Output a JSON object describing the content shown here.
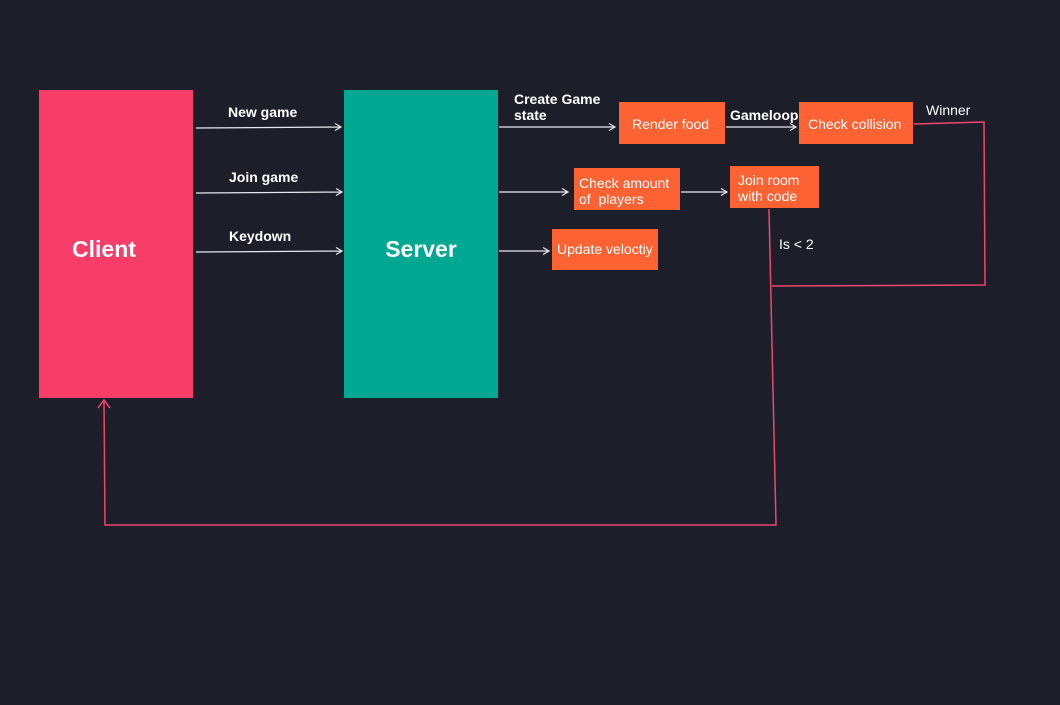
{
  "colors": {
    "background": "#1c1f2a",
    "client": "#f73d68",
    "server": "#00a891",
    "step": "#ff6333",
    "arrow": "#e8e8ec",
    "return_path": "#f0466b"
  },
  "nodes": {
    "client": "Client",
    "server": "Server",
    "render_food": "Render food",
    "check_collision": "Check collision",
    "check_amount": [
      "Check amount",
      "of  players"
    ],
    "join_room": [
      "Join room",
      "with code"
    ],
    "update_velocity": "Update veloctiy"
  },
  "edge_labels": {
    "new_game": "New game",
    "join_game": "Join game",
    "keydown": "Keydown",
    "create_game_state": [
      "Create Game",
      "state"
    ],
    "gameloop": "Gameloop",
    "winner": "Winner",
    "is_less_than_2": "Is < 2"
  }
}
